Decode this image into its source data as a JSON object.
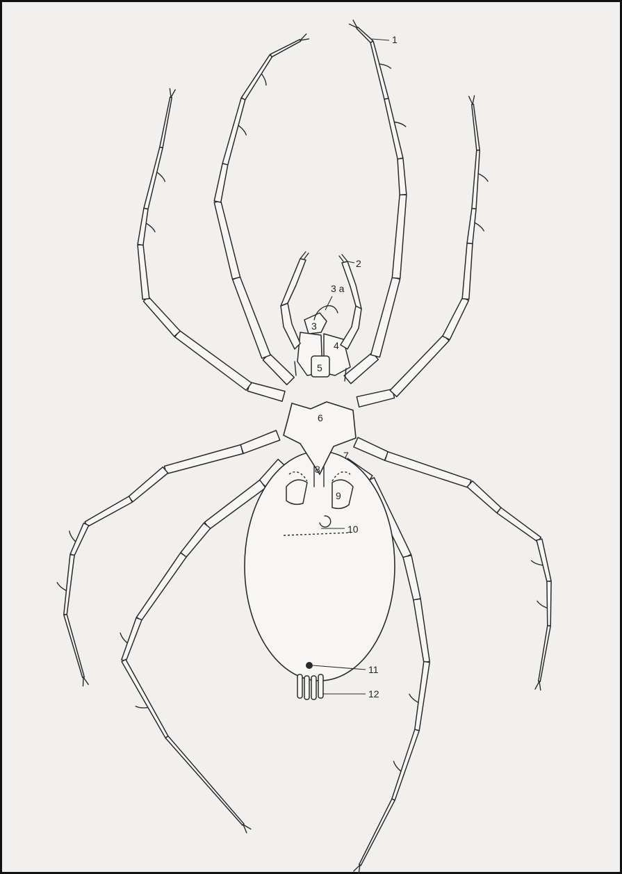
{
  "colors": {
    "paper": "#f1f0ee",
    "ink": "#2a2a2a",
    "border": "#111111"
  },
  "labels": {
    "l1": "1",
    "l2": "2",
    "l3a": "3 a",
    "l3": "3",
    "l4": "4",
    "l5": "5",
    "l6": "6",
    "l7": "7",
    "l8": "8",
    "l9": "9",
    "l10": "10",
    "l11": "11",
    "l12": "12"
  }
}
